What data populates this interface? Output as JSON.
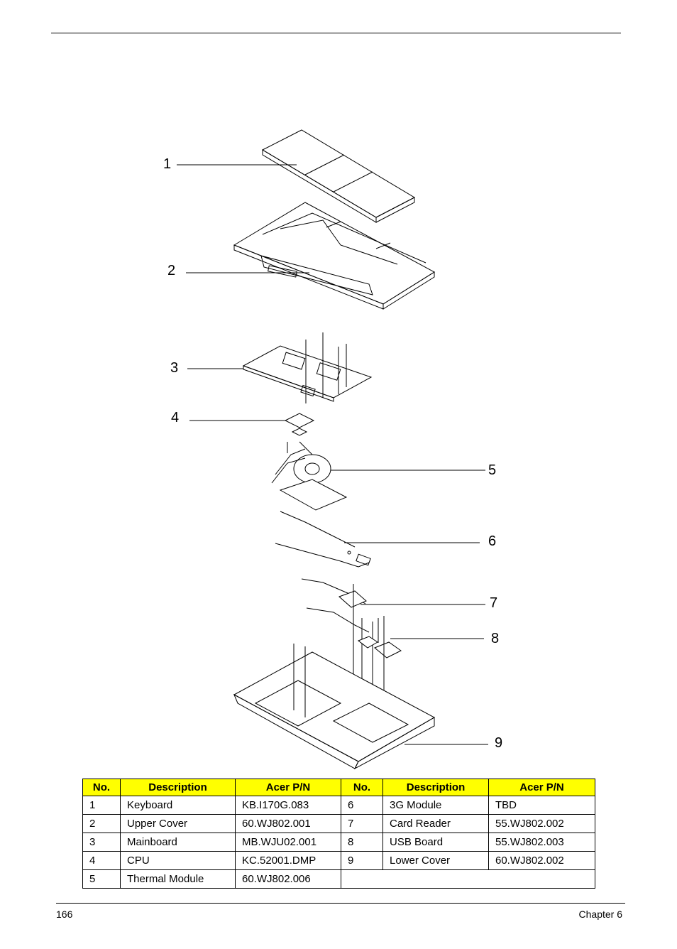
{
  "page": {
    "number": "166",
    "chapter": "Chapter 6"
  },
  "callouts": [
    "1",
    "2",
    "3",
    "4",
    "5",
    "6",
    "7",
    "8",
    "9"
  ],
  "table": {
    "headers": [
      "No.",
      "Description",
      "Acer P/N",
      "No.",
      "Description",
      "Acer P/N"
    ],
    "rows": [
      [
        "1",
        "Keyboard",
        "KB.I170G.083",
        "6",
        "3G Module",
        "TBD"
      ],
      [
        "2",
        "Upper Cover",
        "60.WJ802.001",
        "7",
        "Card Reader",
        "55.WJ802.002"
      ],
      [
        "3",
        "Mainboard",
        "MB.WJU02.001",
        "8",
        "USB Board",
        "55.WJ802.003"
      ],
      [
        "4",
        "CPU",
        "KC.52001.DMP",
        "9",
        "Lower Cover",
        "60.WJ802.002"
      ],
      [
        "5",
        "Thermal Module",
        "60.WJ802.006",
        "",
        "",
        ""
      ]
    ]
  }
}
